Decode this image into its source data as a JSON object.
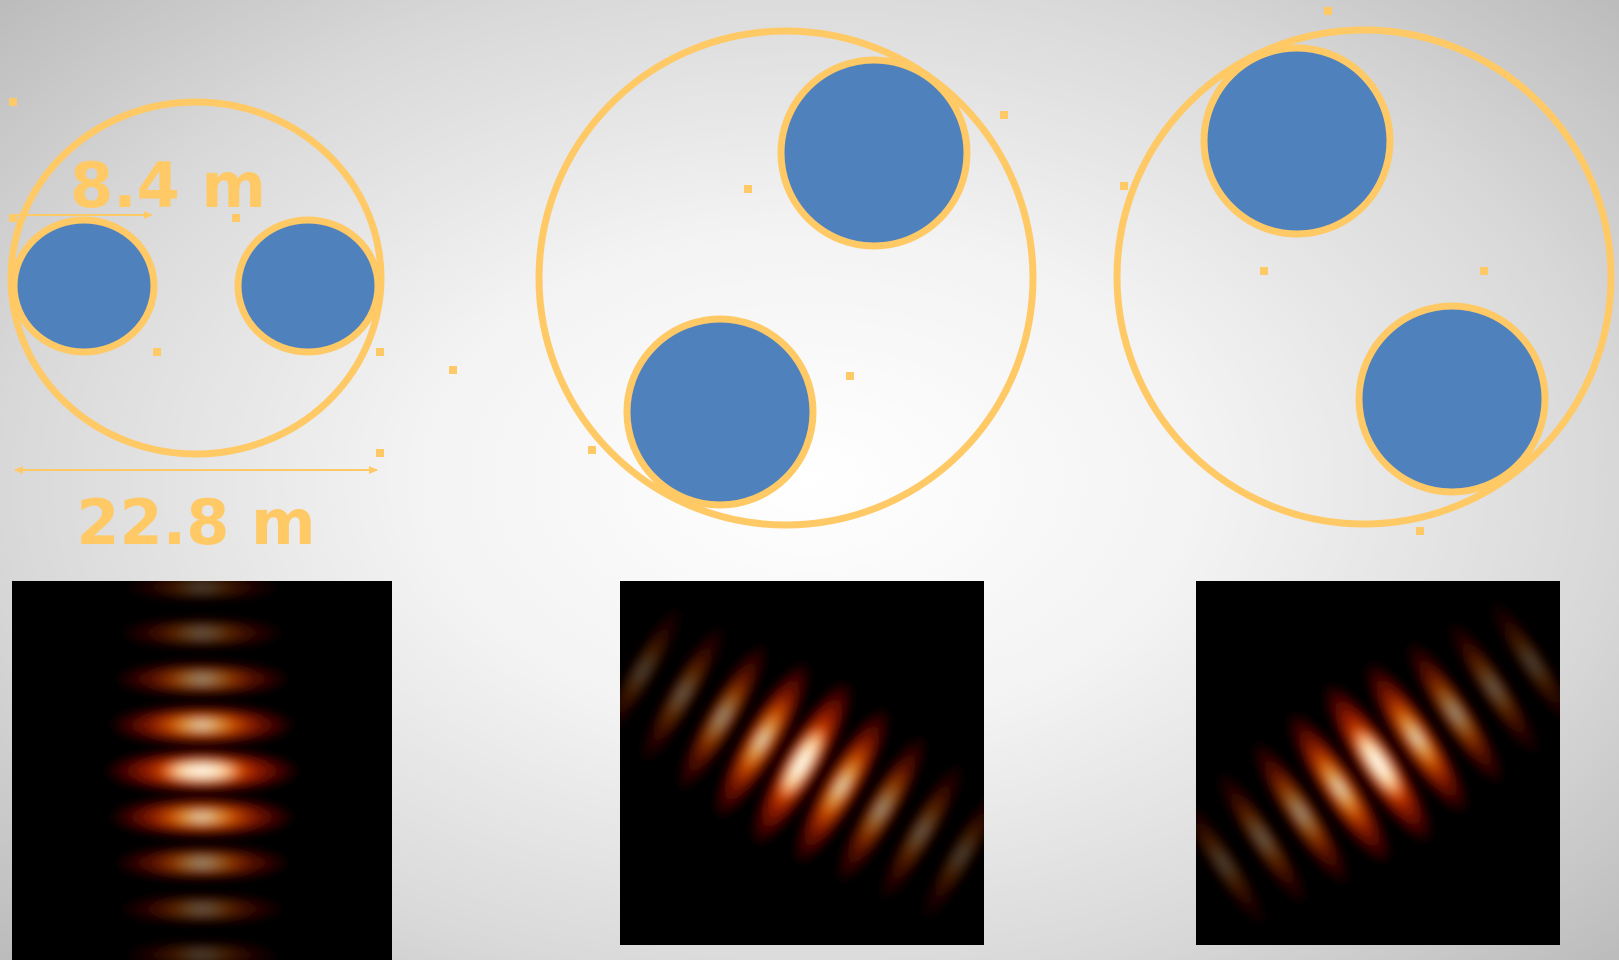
{
  "annotations": {
    "baseline_label": "8.4 m",
    "aperture_diameter_label": "22.8 m"
  },
  "colors": {
    "outline": "#ffc966",
    "mirror_fill": "#4f81bd",
    "background_center": "#ffffff",
    "background_edge": "#b9b9b9"
  },
  "panels": [
    {
      "name": "configuration-1",
      "psf_rotation_deg": 90
    },
    {
      "name": "configuration-2",
      "psf_rotation_deg": 30
    },
    {
      "name": "configuration-3",
      "psf_rotation_deg": -33
    }
  ]
}
